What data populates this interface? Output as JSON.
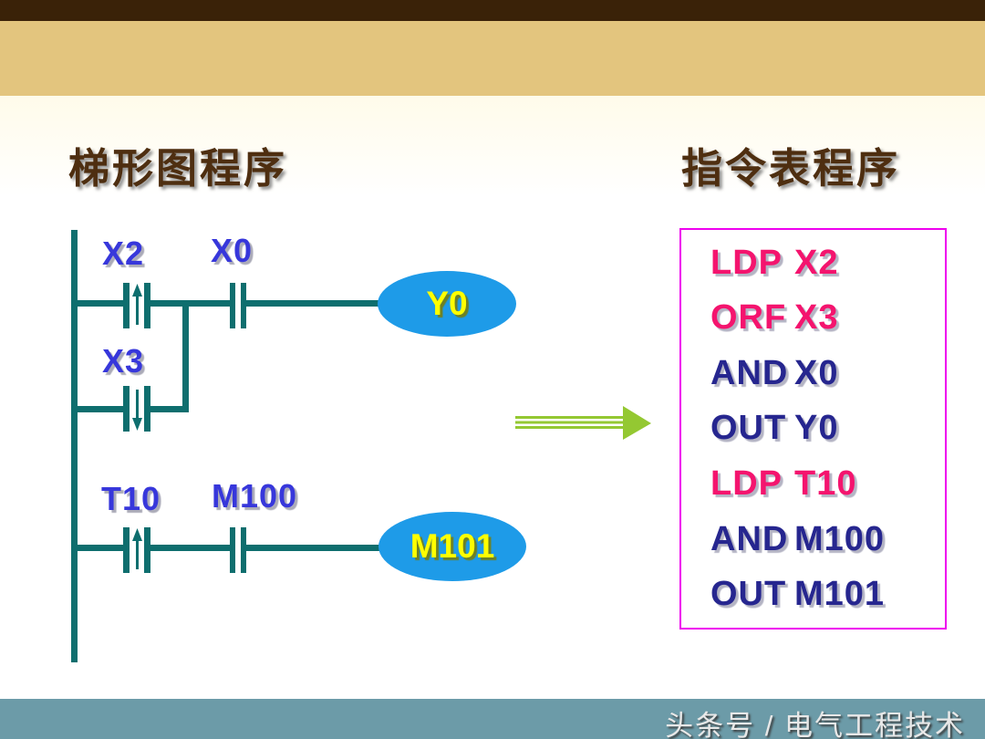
{
  "slide": {
    "title_left": "梯形图程序",
    "title_right": "指令表程序",
    "footer": "头条号 / 电气工程技术"
  },
  "ladder": {
    "rung1": {
      "contact1": {
        "label": "X2",
        "type": "rising-edge-contact"
      },
      "contact2": {
        "label": "X0",
        "type": "normally-open-contact"
      },
      "branch_contact": {
        "label": "X3",
        "type": "falling-edge-contact"
      },
      "output": {
        "label": "Y0",
        "type": "output-coil"
      }
    },
    "rung2": {
      "contact1": {
        "label": "T10",
        "type": "rising-edge-contact"
      },
      "contact2": {
        "label": "M100",
        "type": "normally-open-contact"
      },
      "output": {
        "label": "M101",
        "type": "output-coil"
      }
    }
  },
  "instruction_list": {
    "rows": [
      {
        "op": "LDP",
        "arg": "X2",
        "color": "pink"
      },
      {
        "op": "ORF",
        "arg": "X3",
        "color": "pink"
      },
      {
        "op": "AND",
        "arg": "X0",
        "color": "navy"
      },
      {
        "op": "OUT",
        "arg": "Y0",
        "color": "navy"
      },
      {
        "op": "LDP",
        "arg": "T10",
        "color": "pink"
      },
      {
        "op": "AND",
        "arg": "M100",
        "color": "navy"
      },
      {
        "op": "OUT",
        "arg": "M101",
        "color": "navy"
      }
    ]
  },
  "colors": {
    "top_bar_brown": "#3A2208",
    "tan_band": "#E3C57E",
    "footer_band_blue": "#6C9BA8",
    "title_brown": "#4E2E10",
    "ladder_teal": "#0E6E6E",
    "label_blue": "#3737DB",
    "coil_fill_blue": "#1E9BE8",
    "coil_text_yellow": "#FFFF00",
    "opcode_pink": "#F4146E",
    "opcode_navy": "#26268F",
    "box_border_magenta": "#EE00EE",
    "arrow_green": "#94C832"
  }
}
